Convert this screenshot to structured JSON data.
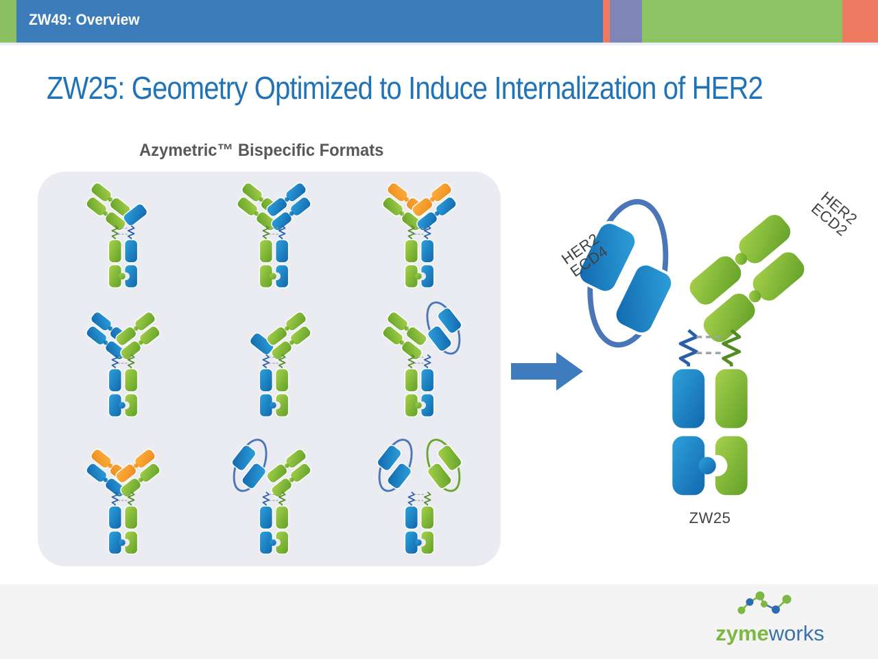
{
  "header": {
    "title": "ZW49: Overview"
  },
  "slide": {
    "title": "ZW25: Geometry Optimized to Induce Internalization of HER2",
    "subtitle": "Azymetric™ Bispecific Formats"
  },
  "annotations": {
    "ecd4_line1": "HER2",
    "ecd4_line2": "ECD4",
    "ecd2_line1": "HER2",
    "ecd2_line2": "ECD2",
    "molecule_label": "ZW25"
  },
  "footer": {
    "logo_text_1": "zyme",
    "logo_text_2": "works"
  },
  "colors": {
    "topbar_blue": "#3d7cba",
    "tab_green": "#8cc163",
    "accent_salmon": "#ee7a62",
    "accent_purple": "#7f86b7",
    "accent_green": "#8cc464",
    "title_blue": "#2173b8",
    "subtitle_gray": "#57585a",
    "panel_bg": "#ebecf1",
    "label_gray": "#414042",
    "arrow_blue": "#3e7cbe",
    "footer_bg": "#f4f4f5",
    "logo_green": "#7cb842",
    "logo_blue": "#3a72ae"
  },
  "domain_palette": {
    "green": {
      "light": "#a9d24d",
      "dark": "#5f9f26",
      "deep": "#528c24",
      "loop": "#6aa52f"
    },
    "blue": {
      "light": "#2ea2dc",
      "dark": "#1166ab",
      "deep": "#2a5ea8",
      "loop": "#4a76b8"
    },
    "orange": {
      "light": "#fbb23f",
      "dark": "#ee8a20",
      "deep": "#d07e1f",
      "loop": "#d07e1f"
    }
  },
  "antibody_formats": [
    {
      "name": "format-1",
      "left": {
        "type": "fab",
        "inner": "green",
        "outer": "green"
      },
      "right": {
        "type": "single",
        "color": "blue"
      },
      "stem": {
        "left": "green",
        "right": "blue"
      }
    },
    {
      "name": "format-2",
      "left": {
        "type": "fab",
        "inner": "green",
        "outer": "green"
      },
      "right": {
        "type": "fab",
        "inner": "blue",
        "outer": "blue"
      },
      "stem": {
        "left": "green",
        "right": "blue"
      }
    },
    {
      "name": "format-3",
      "left": {
        "type": "fab",
        "inner": "green",
        "outer": "orange"
      },
      "right": {
        "type": "fab",
        "inner": "blue",
        "outer": "orange"
      },
      "stem": {
        "left": "green",
        "right": "blue"
      }
    },
    {
      "name": "format-4",
      "left": {
        "type": "fab",
        "inner": "blue",
        "outer": "blue"
      },
      "right": {
        "type": "fab",
        "inner": "green",
        "outer": "green"
      },
      "stem": {
        "left": "blue",
        "right": "green"
      }
    },
    {
      "name": "format-5",
      "left": {
        "type": "single",
        "color": "blue"
      },
      "right": {
        "type": "fab",
        "inner": "green",
        "outer": "green"
      },
      "stem": {
        "left": "blue",
        "right": "green"
      }
    },
    {
      "name": "format-6",
      "left": {
        "type": "fab",
        "inner": "green",
        "outer": "green"
      },
      "right": {
        "type": "scfv",
        "color": "blue"
      },
      "stem": {
        "left": "green",
        "right": "blue"
      }
    },
    {
      "name": "format-7",
      "left": {
        "type": "fab",
        "inner": "blue",
        "outer": "orange"
      },
      "right": {
        "type": "fab",
        "inner": "green",
        "outer": "orange"
      },
      "stem": {
        "left": "blue",
        "right": "green"
      }
    },
    {
      "name": "format-8",
      "left": {
        "type": "scfv",
        "color": "blue"
      },
      "right": {
        "type": "fab",
        "inner": "green",
        "outer": "green"
      },
      "stem": {
        "left": "blue",
        "right": "green"
      }
    },
    {
      "name": "format-9",
      "left": {
        "type": "scfv",
        "color": "blue"
      },
      "right": {
        "type": "scfv",
        "color": "green"
      },
      "stem": {
        "left": "blue",
        "right": "green"
      }
    }
  ],
  "zw25_antibody": {
    "name": "zw25",
    "left": {
      "type": "scfv",
      "color": "blue",
      "angle": 26
    },
    "right": {
      "type": "fab",
      "inner": "green",
      "outer": "green",
      "angle": 40
    },
    "stem": {
      "left": "blue",
      "right": "green"
    }
  }
}
